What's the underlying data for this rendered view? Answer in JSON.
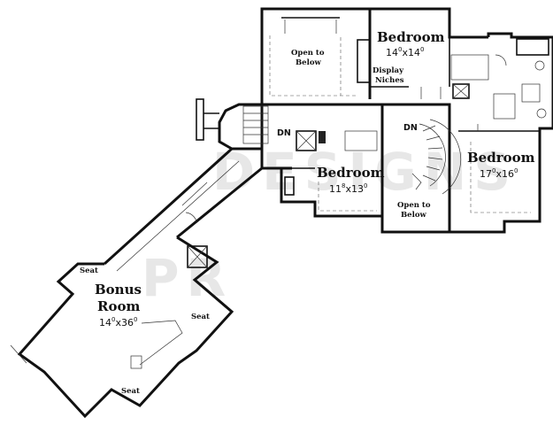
{
  "watermark": {
    "text_1": "DESIGNS",
    "text_2": "PR"
  },
  "rooms": {
    "bedroom_top": {
      "name": "Bedroom",
      "dim_w": "14",
      "dim_w_sup": "0",
      "dim_h": "14",
      "dim_h_sup": "0"
    },
    "bedroom_right": {
      "name": "Bedroom",
      "dim_w": "17",
      "dim_w_sup": "0",
      "dim_h": "16",
      "dim_h_sup": "0"
    },
    "bedroom_mid": {
      "name": "Bedroom",
      "dim_w": "11",
      "dim_w_sup": "8",
      "dim_h": "13",
      "dim_h_sup": "0"
    },
    "bonus": {
      "name_line1": "Bonus",
      "name_line2": "Room",
      "dim_w": "14",
      "dim_w_sup": "0",
      "dim_h": "36",
      "dim_h_sup": "0"
    }
  },
  "labels": {
    "open_to_below_top_1": "Open to",
    "open_to_below_top_2": "Below",
    "open_to_below_stair_1": "Open to",
    "open_to_below_stair_2": "Below",
    "display_niches_1": "Display",
    "display_niches_2": "Niches",
    "dn_left": "DN",
    "dn_right": "DN",
    "seat_top": "Seat",
    "seat_right": "Seat",
    "seat_bottom": "Seat",
    "dim_separator": "x"
  }
}
